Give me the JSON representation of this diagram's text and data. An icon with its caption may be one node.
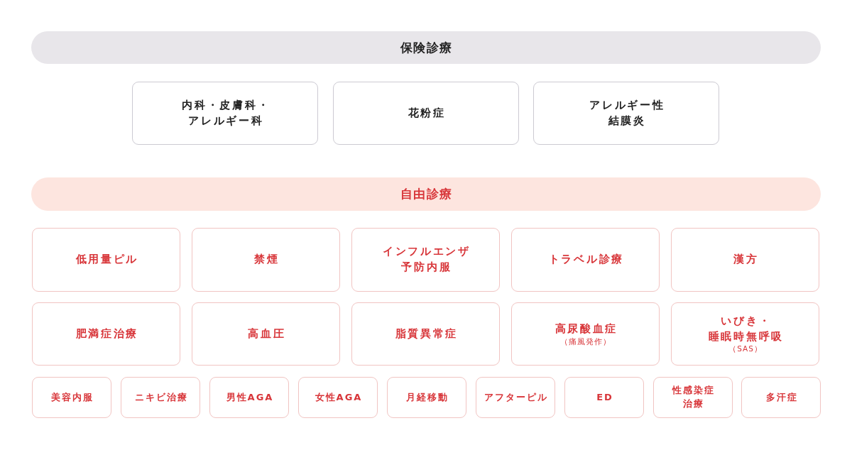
{
  "diagram": {
    "nodes": [
      {
        "text": [
          "保険診療"
        ]
      },
      {
        "text": [
          "内科・皮膚科・アレルギー科"
        ]
      },
      {
        "text": [
          "花粉症"
        ]
      },
      {
        "text": [
          "アレルギー性結膜炎"
        ]
      },
      {
        "text": [
          "自由診療"
        ]
      },
      {
        "text": [
          "低用量ピル"
        ]
      },
      {
        "text": [
          "禁煙"
        ]
      },
      {
        "text": [
          "インフルエンザ予防内服"
        ]
      },
      {
        "text": [
          "トラベル診療"
        ]
      },
      {
        "text": [
          "漢方"
        ]
      },
      {
        "text": [
          "肥満症治療"
        ]
      },
      {
        "text": [
          "高血圧"
        ]
      },
      {
        "text": [
          "脂質異常症"
        ]
      },
      {
        "text": [
          "高尿酸血症",
          "（痛風発作）"
        ]
      },
      {
        "text": [
          "いびき・睡眠時無呼吸",
          "（SAS）"
        ]
      },
      {
        "text": [
          "美容内服"
        ]
      },
      {
        "text": [
          "ニキビ治療"
        ]
      },
      {
        "text": [
          "男性AGA"
        ]
      },
      {
        "text": [
          "女性AGA"
        ]
      },
      {
        "text": [
          "月経移動"
        ]
      },
      {
        "text": [
          "アフターピル"
        ]
      },
      {
        "text": [
          "ED"
        ]
      },
      {
        "text": [
          "性感染症治療"
        ]
      },
      {
        "text": [
          "多汗症"
        ]
      }
    ]
  }
}
